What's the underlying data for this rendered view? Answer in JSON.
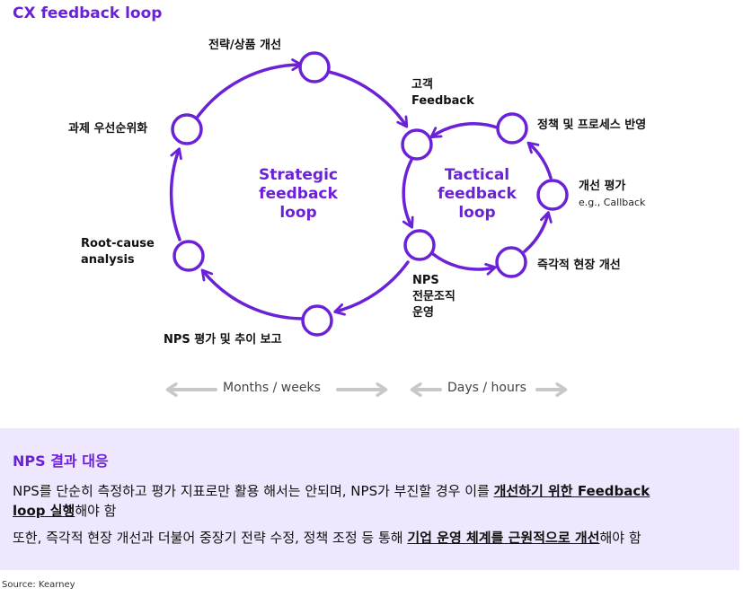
{
  "title": "CX feedback loop",
  "strategic": {
    "label": "Strategic feedback loop",
    "line1": "Strategic",
    "line2": "feedback",
    "line3": "loop",
    "nodes": {
      "improve": "전략/상품 개선",
      "prioritize": "과제 우선순위화",
      "rootcause": "Root-cause analysis",
      "nps_report": "NPS 평가 및 추이 보고"
    }
  },
  "tactical": {
    "line1": "Tactical",
    "line2": "feedback",
    "line3": "loop",
    "nodes": {
      "customer_line1": "고객",
      "customer_line2": "Feedback",
      "policy": "정책 및 프로세스 반영",
      "eval": "개선 평가",
      "eval_sub": "e.g., Callback",
      "onsite": "즉각적 현장 개선",
      "nps_line1": "NPS",
      "nps_line2": "전문조직",
      "nps_line3": "운영"
    }
  },
  "timeline": {
    "left": "Months / weeks",
    "right": "Days / hours"
  },
  "panel": {
    "title": "NPS 결과 대응",
    "line1_pre": "NPS를 단순히 측정하고 평가 지표로만 활용 해서는 안되며, NPS가 부진할 경우 이를 ",
    "line1_bold": "개선하기 위한 Feedback",
    "line2_bold": "loop 실행",
    "line2_post": "해야 함",
    "line3_pre": "또한, 즉각적 현장 개선과 더불어 중장기 전략 수정, 정책 조정 등 통해 ",
    "line3_bold": "기업 운영 체계를 근원적으로 개선",
    "line3_post": "해야 함"
  },
  "source": "Source: Kearney",
  "colors": {
    "accent": "#6b22d6",
    "panel_bg": "#efe7fd",
    "arrow_gray": "#c8c8c8"
  }
}
